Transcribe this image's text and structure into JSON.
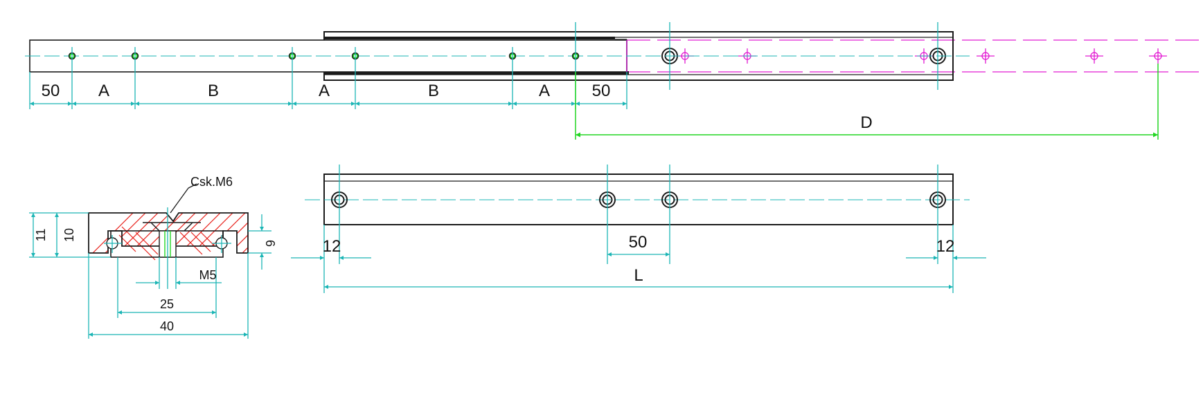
{
  "top_view": {
    "dims": [
      "50",
      "A",
      "B",
      "A",
      "B",
      "A",
      "50"
    ],
    "d_label": "D"
  },
  "section_view": {
    "csk_label": "Csk.M6",
    "h11": "11",
    "h10": "10",
    "h6": "6",
    "m5_label": "M5",
    "w25": "25",
    "w40": "40"
  },
  "side_view": {
    "left_margin": "12",
    "pitch": "50",
    "right_margin": "12",
    "length_label": "L"
  },
  "colors": {
    "outline": "#1a1a1a",
    "dimension": "#1bb5b5",
    "extension_phantom": "#e21ad2",
    "travel_dimension": "#22d622",
    "hatch": "#e8201a"
  }
}
